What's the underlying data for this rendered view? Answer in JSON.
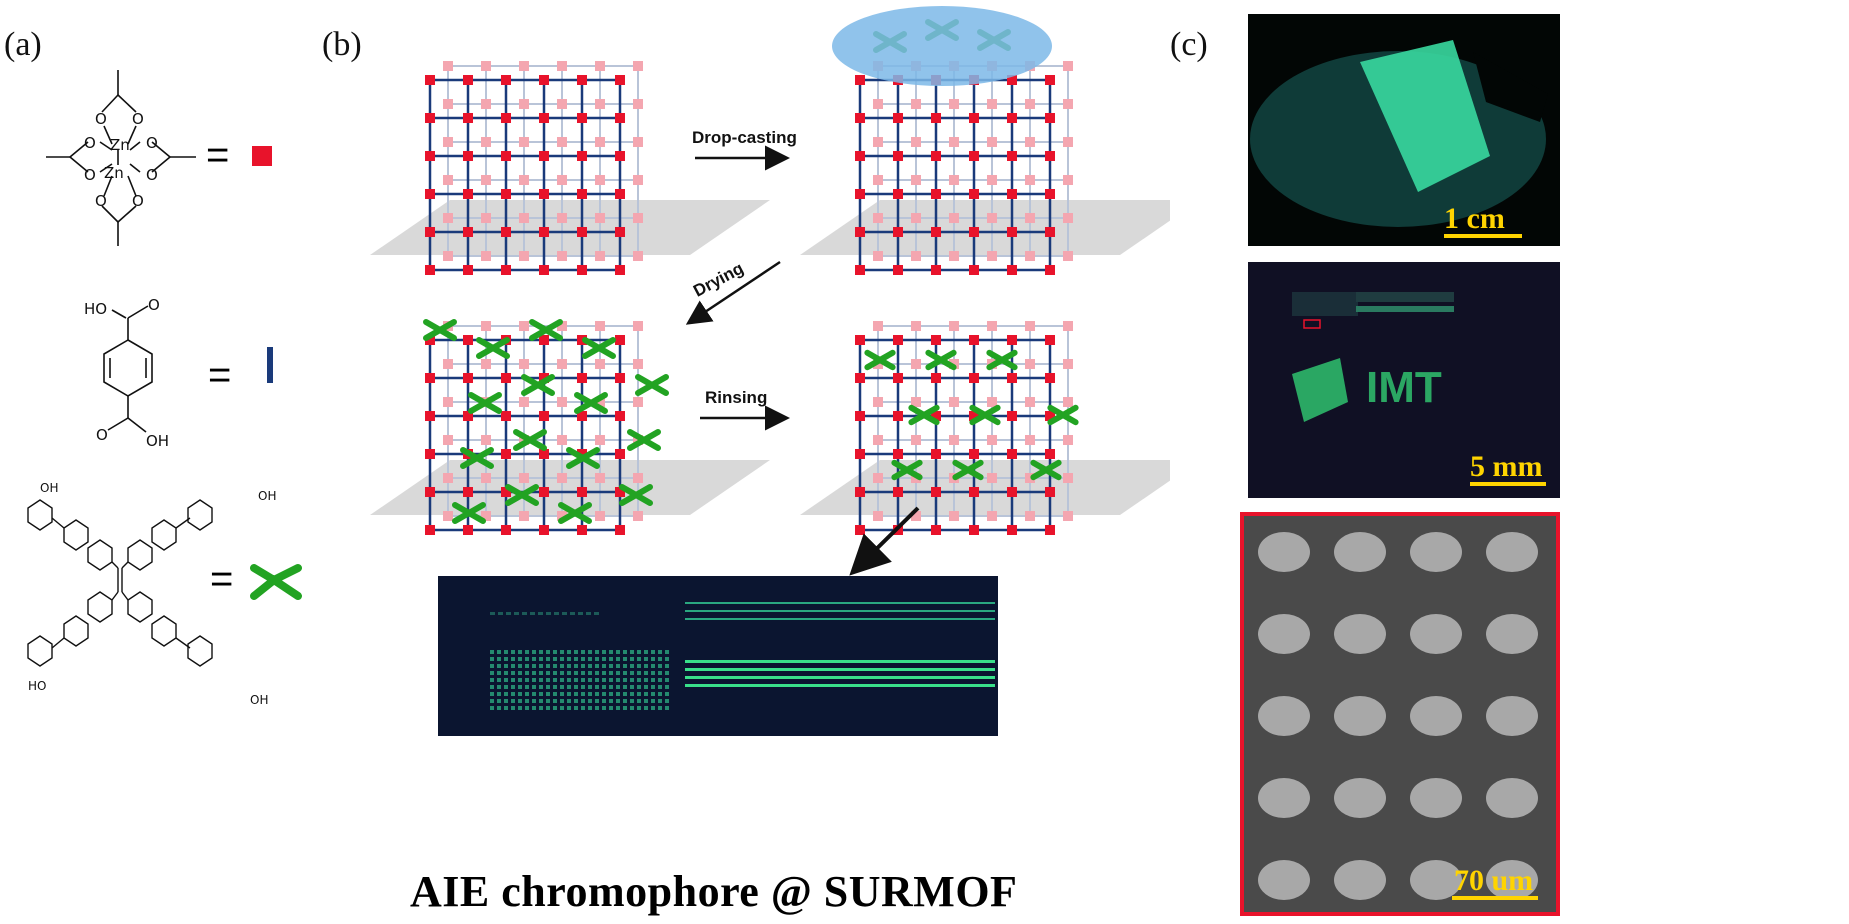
{
  "panels": {
    "a": {
      "label": "(a)"
    },
    "b": {
      "label": "(b)"
    },
    "c": {
      "label": "(c)"
    }
  },
  "legend": {
    "zn_paddlewheel": {
      "atoms": [
        "O",
        "Zn",
        "Zn",
        "O"
      ],
      "equals": "=",
      "color": "#e8132b"
    },
    "bdc_linker": {
      "groups": [
        "HO",
        "OH"
      ],
      "equals": "=",
      "color": "#1a3a7a"
    },
    "aie_chromophore": {
      "groups": [
        "OH",
        "OH",
        "HO",
        "OH"
      ],
      "equals": "=",
      "color": "#22a322"
    }
  },
  "process": {
    "steps": [
      "Drop-casting",
      "Drying",
      "Rinsing"
    ],
    "caption": "AIE chromophore @ SURMOF"
  },
  "photos": {
    "top": {
      "scale": "1 cm"
    },
    "middle": {
      "scale": "5 mm",
      "logo_text": "IMT"
    },
    "bottom": {
      "scale": "70 um"
    }
  },
  "colors": {
    "node": "#e8132b",
    "node_back": "#f4a6b0",
    "linker": "#1a3a7a",
    "chromophore": "#22a322",
    "fluorescence": "#39e08a",
    "scale_text": "#ffd400"
  }
}
